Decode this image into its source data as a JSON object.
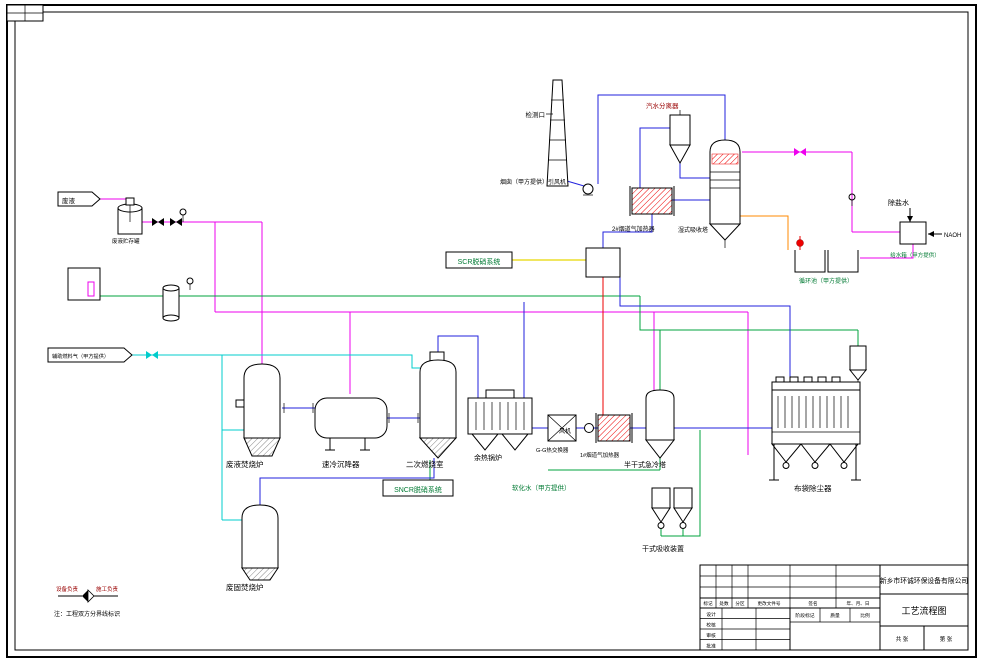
{
  "drawing": {
    "type": "process-flow-diagram",
    "colors": {
      "line_blue": "#2222dd",
      "line_magenta": "#ee00ee",
      "line_green": "#00a33e",
      "line_cyan": "#00cccc",
      "line_red": "#ee0000",
      "line_orange": "#ff8800",
      "line_yellow": "#e6d800",
      "text_green": "#007a33",
      "text_darkred": "#990000"
    }
  },
  "equipment": {
    "inspection_port": "检测口",
    "stack_fan": "烟囱（甲方提供）引风机",
    "steam_separator": "汽水分离器",
    "flue_heater_2": "2#烟道气加热器",
    "wet_scrubber": "湿式吸收塔",
    "feed_water_tank": "给水箱（甲方提供）",
    "circulation_pool": "循环池（甲方提供）",
    "waste_liquid_tank": "废液贮存罐",
    "waste_liquid_incinerator": "废液焚烧炉",
    "quench_settler": "速冷沉降器",
    "secondary_chamber": "二次燃烧室",
    "waste_heat_boiler": "余热锅炉",
    "gg_exchanger": "G-G热交换器",
    "fan": "风机",
    "flue_heater_1": "1#烟道气加热器",
    "semi_dry_tower": "半干式急冷塔",
    "bag_filter": "布袋除尘器",
    "dry_absorber": "干式吸收装置",
    "solid_waste_incinerator": "废固焚烧炉"
  },
  "systems": {
    "scr": "SCR脱硝系统",
    "sncr": "SNCR脱硝系统"
  },
  "streams": {
    "waste_liquid": "废液",
    "aux_fuel_gas": "辅助燃料气（甲方提供）",
    "demin_water": "除盐水",
    "naoh": "NAOH",
    "softened_water": "软化水（甲方提供）"
  },
  "legend": {
    "equipment_side": "设备负责",
    "construction_side": "施工负责",
    "note": "注：工程双方分界线标识"
  },
  "title_block": {
    "company": "新乡市环诚环保设备有限公司",
    "drawing_title": "工艺流程图",
    "rev_headers": [
      "标记",
      "处数",
      "分区",
      "更改文件号",
      "签名",
      "年、月、日"
    ],
    "sign_rows": [
      "设计",
      "校核",
      "审核",
      "批准"
    ],
    "stage_label": "阶段标记",
    "mass_label": "质量",
    "scale_label": "比例",
    "sheet_total": "共 张",
    "sheet_no": "第 张"
  }
}
